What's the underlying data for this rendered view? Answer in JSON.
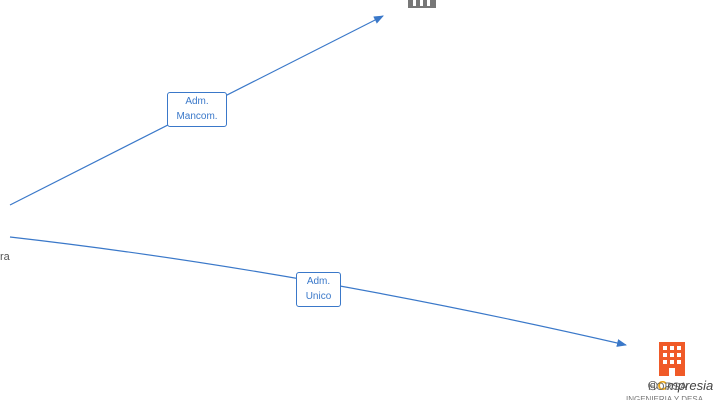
{
  "nodes": {
    "person_partial_label": "ra",
    "company_bottom_partial_label": "HORSA",
    "company_bottom_subtitle_partial": "INGENIERIA Y DESA"
  },
  "edges": {
    "upper": {
      "line1": "Adm.",
      "line2": "Mancom."
    },
    "lower": {
      "line1": "Adm.",
      "line2": "Unico"
    }
  },
  "watermark": {
    "c": "C",
    "text": "mpresia",
    "prefix": "©"
  },
  "colors": {
    "edge": "#3a78c9",
    "company_top": "#777777",
    "company_bottom": "#f05a28",
    "text": "#555555"
  }
}
